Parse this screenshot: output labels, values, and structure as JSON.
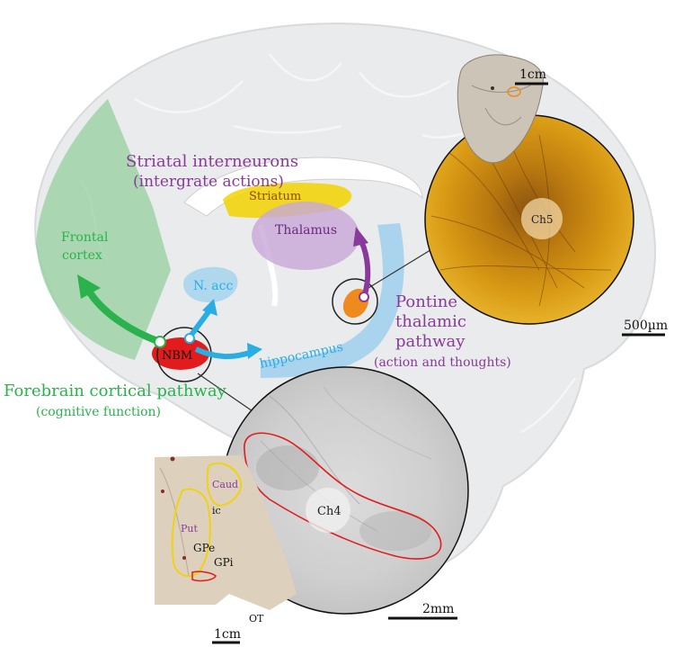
{
  "labels": {
    "striatal_interneurons": "Striatal interneurons",
    "striatal_sub": "(intergrate actions)",
    "striatum": "Striatum",
    "thalamus": "Thalamus",
    "frontal": "Frontal",
    "cortex": "cortex",
    "n_acc": "N. acc",
    "nbm": "NBM",
    "hippocampus": "hippocampus",
    "pontine_1": "Pontine",
    "pontine_2": "thalamic",
    "pontine_3": "pathway",
    "pontine_sub": "(action and thoughts)",
    "forebrain": "Forebrain cortical pathway",
    "forebrain_sub": "(cognitive function)",
    "ch5": "Ch5",
    "ch4": "Ch4",
    "scale_1cm_top": "1cm",
    "scale_500um": "500µm",
    "scale_2mm": "2mm",
    "scale_1cm_bottom": "1cm",
    "caud": "Caud",
    "put": "Put",
    "ic": "ic",
    "gpe": "GPe",
    "gpi": "GPi",
    "ot": "OT"
  },
  "colors": {
    "green": "#2bb24c",
    "blue": "#29aee3",
    "purple": "#8a3a9a",
    "red": "#e21c1c",
    "orange": "#ef8a1c",
    "yellow": "#f2d300",
    "lilac": "#c8a8d8",
    "brain": "#e8eaeb"
  }
}
